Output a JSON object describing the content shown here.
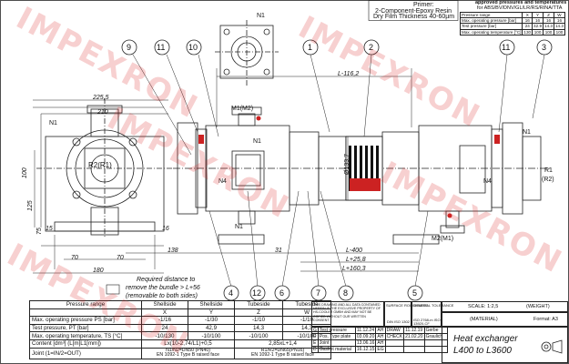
{
  "header": {
    "primer_title": "Primer:",
    "primer_line1": "2-Component-Epoxy Resin",
    "primer_line2": "Dry Film Thickness 40-60µm",
    "approved_title": "approved pressures and temperatures",
    "approved_sub": "for ABS/BV/DNV/GL/LR/RS/RINA/TTA",
    "approved_rows": [
      [
        "Pressure range",
        "X",
        "Y",
        "Z",
        "W"
      ],
      [
        "Max. operating pressure [bar]",
        "16",
        "16",
        "16",
        "16"
      ],
      [
        "Test pressure [bar]",
        "24",
        "42.9",
        "14.3",
        "14.3"
      ],
      [
        "Max. operating temperature [°C]",
        "130",
        "100",
        "100",
        "100"
      ]
    ]
  },
  "callouts": [
    "9",
    "11",
    "10",
    "1",
    "2",
    "11",
    "3",
    "4",
    "12",
    "6",
    "7",
    "8",
    "5"
  ],
  "labels": {
    "n1_top": "N1",
    "n1_left": "N1",
    "n1_mid": "N1",
    "n1_right": "N1",
    "n1_bottom": "N1",
    "n4_left": "N4",
    "n4_right": "N4",
    "m1m2": "M1(M2)",
    "m2m1": "M2(M1)",
    "r2r1": "R2(R1)",
    "r1": "R1",
    "r2": "(R2)",
    "l_top": "L-116,2",
    "l_400": "L-400",
    "l_258": "L+25,8",
    "l_1603": "L+160,3",
    "phi": "Ø133,7",
    "note1": "Required distance to",
    "note2": "remove the bundle > L+56",
    "note3": "(removable to both sides)"
  },
  "dims": {
    "d2255": "225,5",
    "d210": "210",
    "d1": "180",
    "d138": "138",
    "d31": "31",
    "d70a": "70",
    "d70b": "70",
    "d100": "100",
    "d125": "125",
    "d75": "75",
    "d15": "15",
    "d16": "16"
  },
  "spec_table": {
    "headers": [
      "Pressure range",
      "Shellside",
      "Shellside",
      "Tubeside",
      "Tubeside"
    ],
    "sub": [
      "",
      "X",
      "Y",
      "Z",
      "W"
    ],
    "rows": [
      [
        "Max. operating pressure PS [bar]",
        "-1/16",
        "-1/30",
        "-1/10",
        "-1/10"
      ],
      [
        "Test pressure, PT [bar]",
        "24",
        "42,9",
        "14,3",
        "14,3"
      ],
      [
        "Max. operating temperature, TS [°C]",
        "-10/130",
        "-10/100",
        "-10/100",
        "-10/100"
      ],
      [
        "Content [dm³] (L[m]L1[mm])",
        "Lx(10-2,74/L1)+0,5",
        "",
        "2,85xL+1,4",
        ""
      ],
      [
        "Joint (1=IN/2=OUT)",
        "N1/N2=DN50 (PN40)\nEN 1092-1 Type B raised face",
        "",
        "R1/R2=DN65(PN16)\nEN 1092-1 Type B raised face",
        ""
      ]
    ]
  },
  "title_block": {
    "disclaimer": "THIS DRAWING AND ALL DATA CONTAINED HEREIN IS THE EXCLUSIVE PROPERTY OF HS-COOLER GMBH AND MAY NOT BE COPIED WITHOUT OUR WRITTEN CONSENT",
    "surface": "SURFACE ROUGHNESS",
    "surface_val": "DIN ISO 1302",
    "general_tol": "GENERAL TOLERANCE",
    "general_tol_val": "ISO 2768-m ISO 13920-CF",
    "scale": "SCALE: 1:2,5",
    "weight": "(WEIGHT)",
    "material": "(MATERIAL)",
    "format": "Format: A3",
    "name_line1": "Heat exchanger",
    "name_line2": "L400 to L3600",
    "rows": [
      [
        "G",
        "Test pressure",
        "11.12.24",
        "AH",
        "DRAW",
        "11.12.19",
        "Gerbe"
      ],
      [
        "F",
        "Pos. Type plate",
        "03.09.20",
        "AH",
        "CHECK",
        "21.02.20",
        "Graulich"
      ],
      [
        "E",
        "Joint",
        "13.06.16",
        "AH",
        "",
        "",
        ""
      ],
      [
        "D",
        "Gasket material",
        "16.12.15",
        "EG",
        "",
        "",
        ""
      ]
    ]
  },
  "watermark": "IMPEXRON"
}
